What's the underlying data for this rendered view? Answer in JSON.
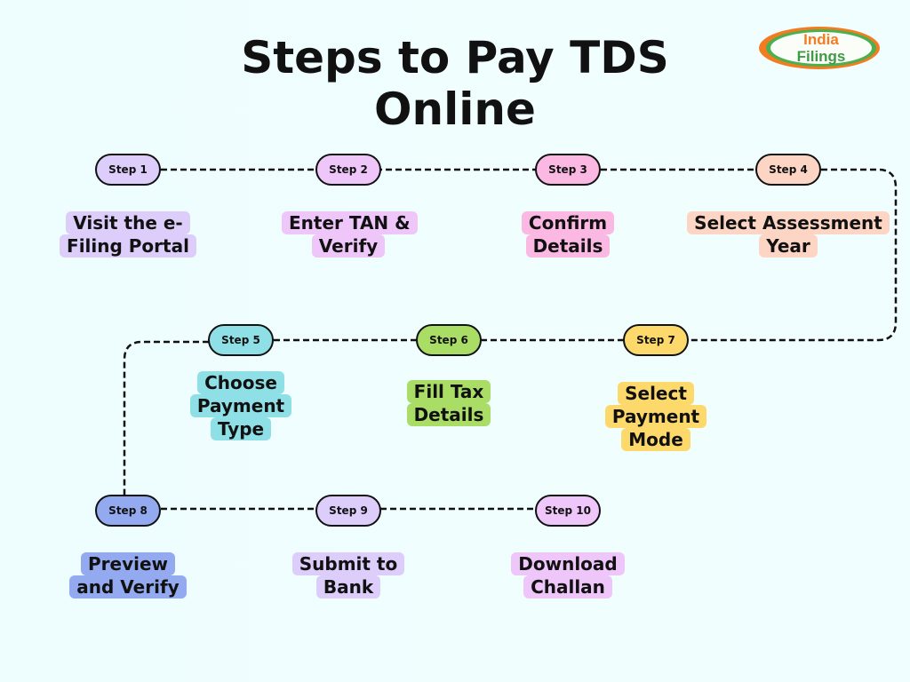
{
  "title": "Steps to Pay TDS Online",
  "logo": {
    "line1": "India",
    "line2": "Filings"
  },
  "steps": [
    {
      "pill": "Step 1",
      "label": "Visit the e-Filing Portal",
      "color": "#dccdfb"
    },
    {
      "pill": "Step 2",
      "label": "Enter TAN & Verify",
      "color": "#efc6fa"
    },
    {
      "pill": "Step 3",
      "label": "Confirm Details",
      "color": "#fbb8e3"
    },
    {
      "pill": "Step 4",
      "label": "Select Assessment Year",
      "color": "#fcd5c5"
    },
    {
      "pill": "Step 5",
      "label": "Choose Payment Type",
      "color": "#8fe0e6"
    },
    {
      "pill": "Step 6",
      "label": "Fill Tax Details",
      "color": "#a9dd66"
    },
    {
      "pill": "Step 7",
      "label": "Select Payment Mode",
      "color": "#fdd86a"
    },
    {
      "pill": "Step 8",
      "label": "Preview and Verify",
      "color": "#93aaf0"
    },
    {
      "pill": "Step 9",
      "label": "Submit to Bank",
      "color": "#dccdfb"
    },
    {
      "pill": "Step 10",
      "label": "Download Challan",
      "color": "#efc6fa"
    }
  ]
}
